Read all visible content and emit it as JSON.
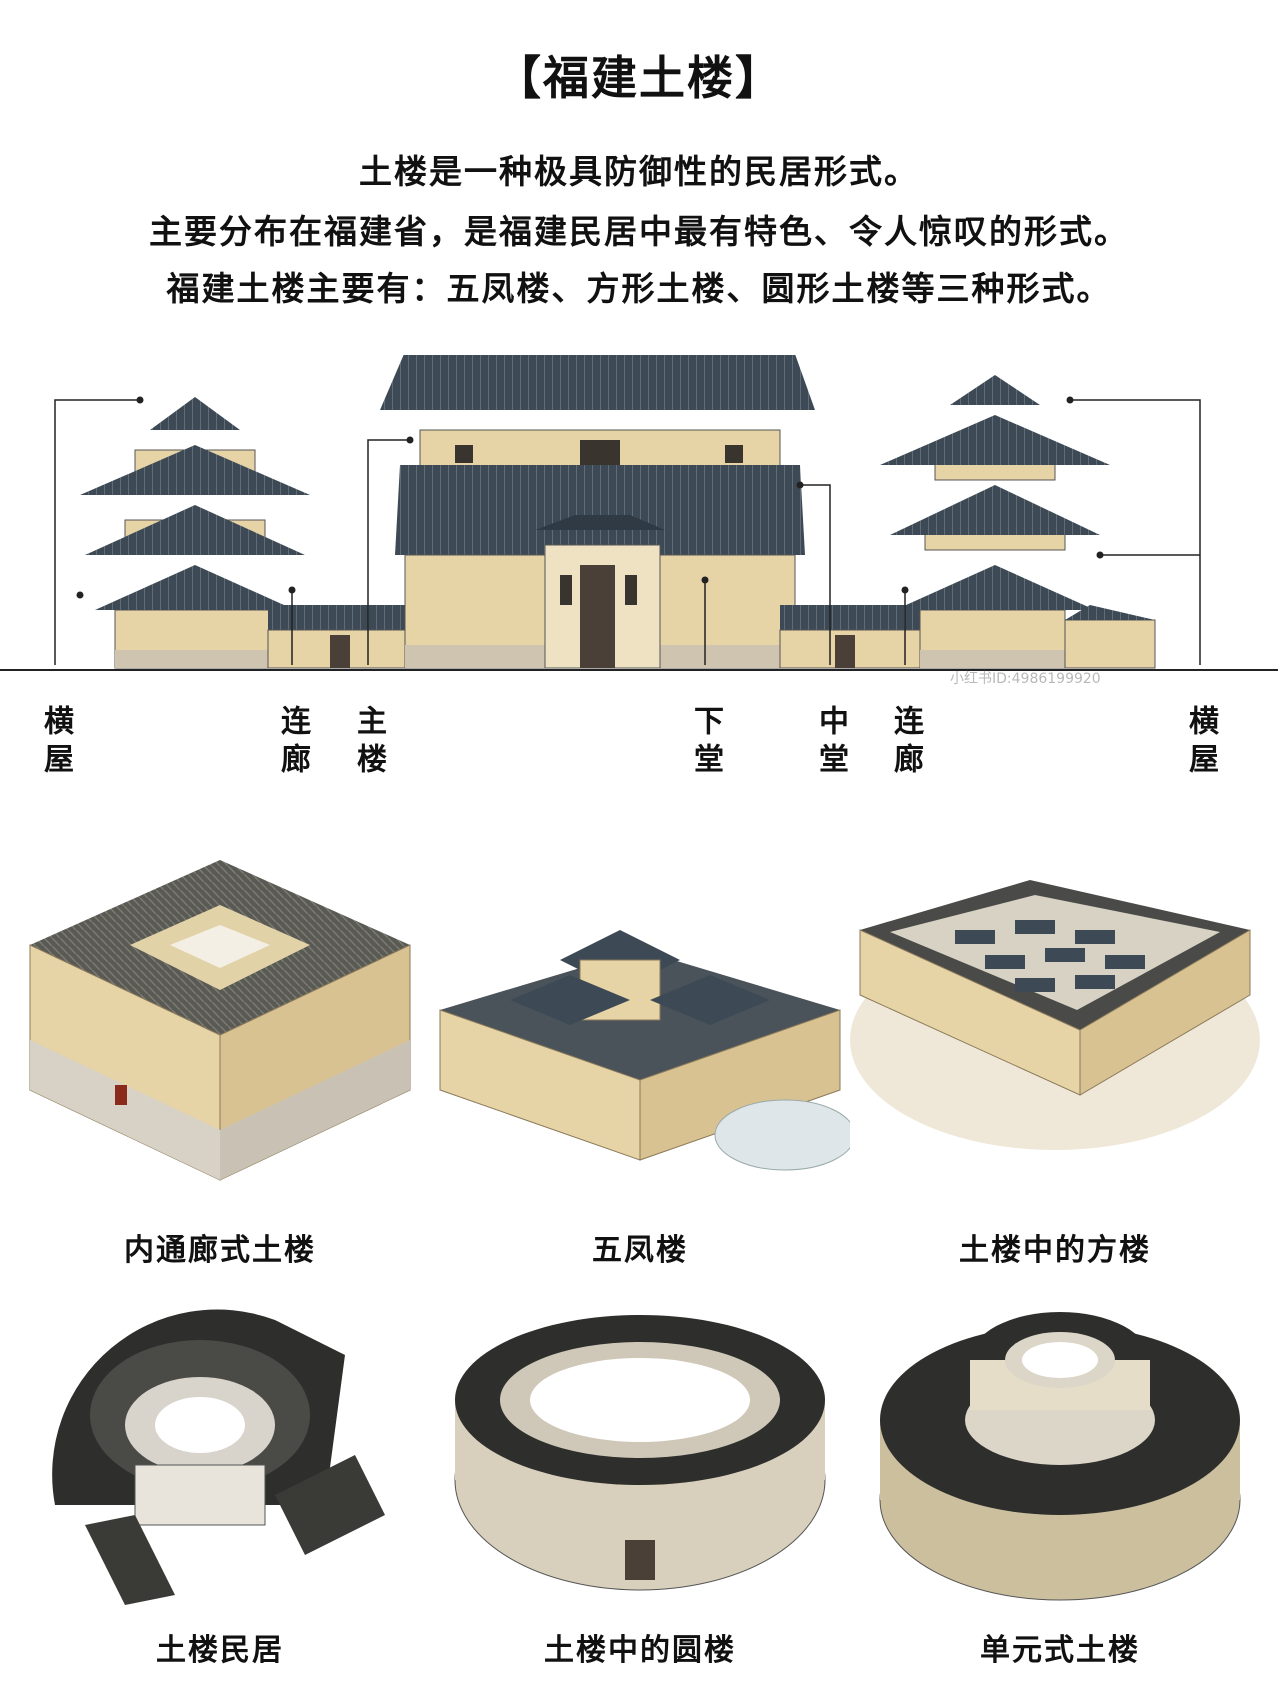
{
  "title": "【福建土楼】",
  "intro": {
    "line1": "土楼是一种极具防御性的民居形式。",
    "line2": "主要分布在福建省，是福建民居中最有特色、令人惊叹的形式。",
    "line3": "福建土楼主要有：五凤楼、方形土楼、圆形土楼等三种形式。"
  },
  "elevation_labels": [
    "横屋",
    "连廊",
    "主楼",
    "下堂",
    "中堂",
    "连廊",
    "横屋"
  ],
  "gallery": [
    {
      "caption": "内通廊式土楼"
    },
    {
      "caption": "五凤楼"
    },
    {
      "caption": "土楼中的方楼"
    },
    {
      "caption": "土楼民居"
    },
    {
      "caption": "土楼中的圆楼"
    },
    {
      "caption": "单元式土楼"
    }
  ],
  "watermark": "小红书ID:4986199920",
  "colors": {
    "roof": "#3d4a55",
    "wall": "#e6d3a6",
    "base": "#cfc4b0",
    "ink": "#111111"
  }
}
